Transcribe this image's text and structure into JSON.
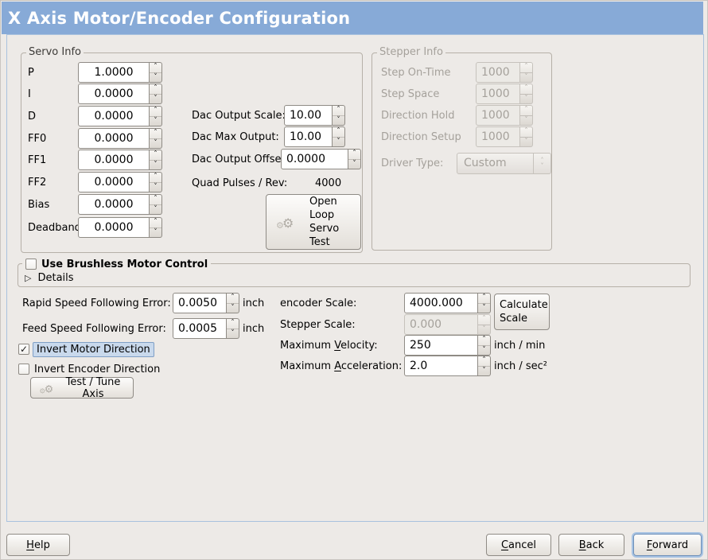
{
  "window": {
    "title": "X Axis Motor/Encoder Configuration"
  },
  "colors": {
    "titlebar": "#87aad7",
    "window_bg": "#edeae7",
    "panel_border": "#a9c2de",
    "frame_border": "#b6b0a8",
    "entry_border": "#8f8b85",
    "disabled_entry_bg": "#eceae6",
    "disabled_text": "#a5a19b",
    "focus_bg": "#c9d9ec",
    "focus_border": "#7f9fc6",
    "button_border": "#8f8b85"
  },
  "servo_info": {
    "frame_label": "Servo Info",
    "rows": [
      {
        "label": "P",
        "value": "1.0000"
      },
      {
        "label": "I",
        "value": "0.0000"
      },
      {
        "label": "D",
        "value": "0.0000"
      },
      {
        "label": "FF0",
        "value": "0.0000"
      },
      {
        "label": "FF1",
        "value": "0.0000"
      },
      {
        "label": "FF2",
        "value": "0.0000"
      },
      {
        "label": "Bias",
        "value": "0.0000"
      },
      {
        "label": "Deadband",
        "value": "0.0000"
      }
    ],
    "dac_rows": [
      {
        "label": "Dac Output Scale:",
        "value": "10.00"
      },
      {
        "label": "Dac Max Output:",
        "value": "10.00"
      },
      {
        "label": "Dac Output Offset:",
        "value": "0.0000"
      }
    ],
    "quad": {
      "label": "Quad Pulses / Rev:",
      "value": "4000"
    },
    "open_loop_label": "Open\nLoop\nServo\nTest"
  },
  "stepper_info": {
    "frame_label": "Stepper Info",
    "rows": [
      {
        "label": "Step On-Time",
        "value": "1000"
      },
      {
        "label": "Step Space",
        "value": "1000"
      },
      {
        "label": "Direction Hold",
        "value": "1000"
      },
      {
        "label": "Direction Setup",
        "value": "1000"
      }
    ],
    "driver": {
      "label": "Driver Type:",
      "value": "Custom"
    }
  },
  "brushless": {
    "label": "Use Brushless Motor Control",
    "details": "Details"
  },
  "ferror": {
    "rapid": {
      "label": "Rapid Speed Following Error:",
      "value": "0.0050",
      "unit": "inch"
    },
    "feed": {
      "label": "Feed Speed Following Error:",
      "value": "0.0005",
      "unit": "inch"
    }
  },
  "scale": {
    "encoder": {
      "label": "encoder Scale:",
      "value": "4000.000"
    },
    "stepper": {
      "label": "Stepper Scale:",
      "value": "0.000"
    },
    "calculate_label": "Calculate\nScale",
    "velocity": {
      "pre": "Maximum ",
      "mnemonic": "V",
      "rest": "elocity:",
      "value": "250",
      "unit": "inch / min"
    },
    "acceleration": {
      "pre": "Maximum ",
      "mnemonic": "A",
      "rest": "cceleration:",
      "value": "2.0",
      "unit": "inch / sec²"
    }
  },
  "invert": {
    "motor_label": "Invert Motor Direction",
    "motor_checked": "✓",
    "encoder_label": "Invert Encoder Direction",
    "test_tune_label": "Test / Tune Axis"
  },
  "footer": {
    "help": {
      "mnemonic": "H",
      "rest": "elp"
    },
    "cancel": {
      "mnemonic": "C",
      "rest": "ancel"
    },
    "back": {
      "mnemonic": "B",
      "rest": "ack"
    },
    "forward": {
      "mnemonic": "F",
      "rest": "orward"
    }
  }
}
